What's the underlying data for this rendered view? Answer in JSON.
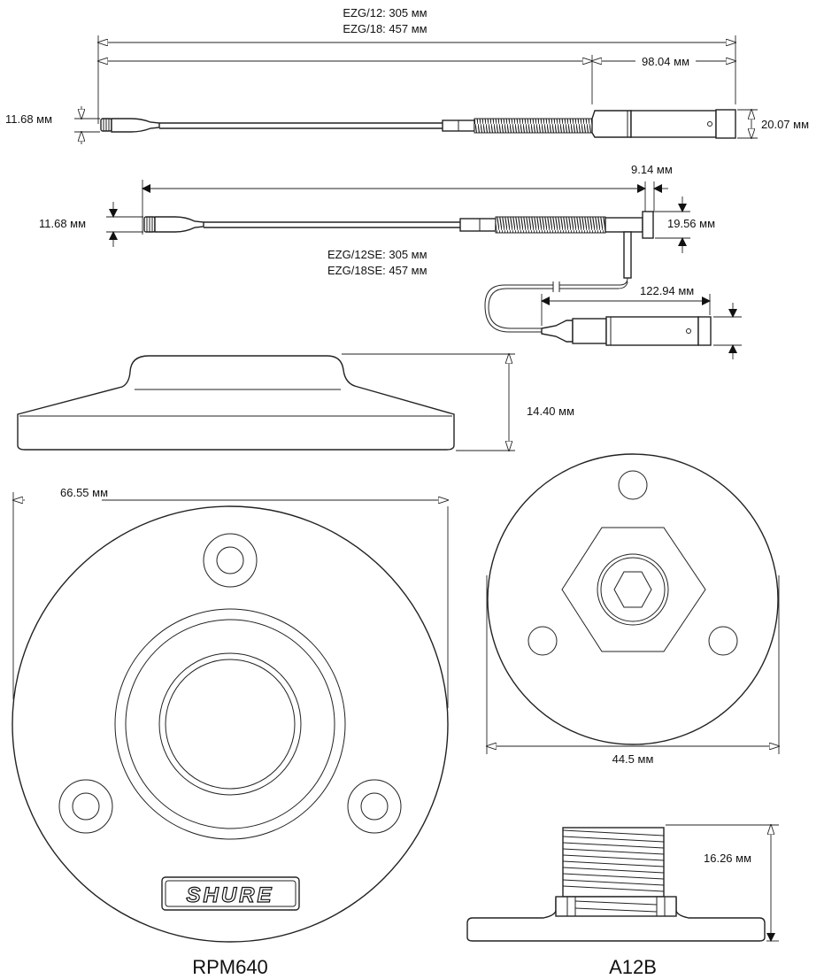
{
  "gooseneck_standard": {
    "length_lines": [
      "EZG/12: 305 мм",
      "EZG/18: 457 мм"
    ],
    "diameter_tip": "11.68 мм",
    "connector_length": "98.04 мм",
    "connector_diameter": "20.07 мм"
  },
  "gooseneck_se": {
    "diameter_tip": "11.68 мм",
    "collar_width": "9.14 мм",
    "collar_diameter": "19.56 мм",
    "length_lines": [
      "EZG/12SE: 305 мм",
      "EZG/18SE: 457 мм"
    ],
    "connector_length": "122.94 мм"
  },
  "rpm640": {
    "height": "14.40 мм",
    "diameter": "66.55 мм",
    "logo": "SHURE",
    "name": "RPM640"
  },
  "a12b": {
    "diameter": "44.5 мм",
    "height": "16.26 мм",
    "name": "A12B"
  }
}
